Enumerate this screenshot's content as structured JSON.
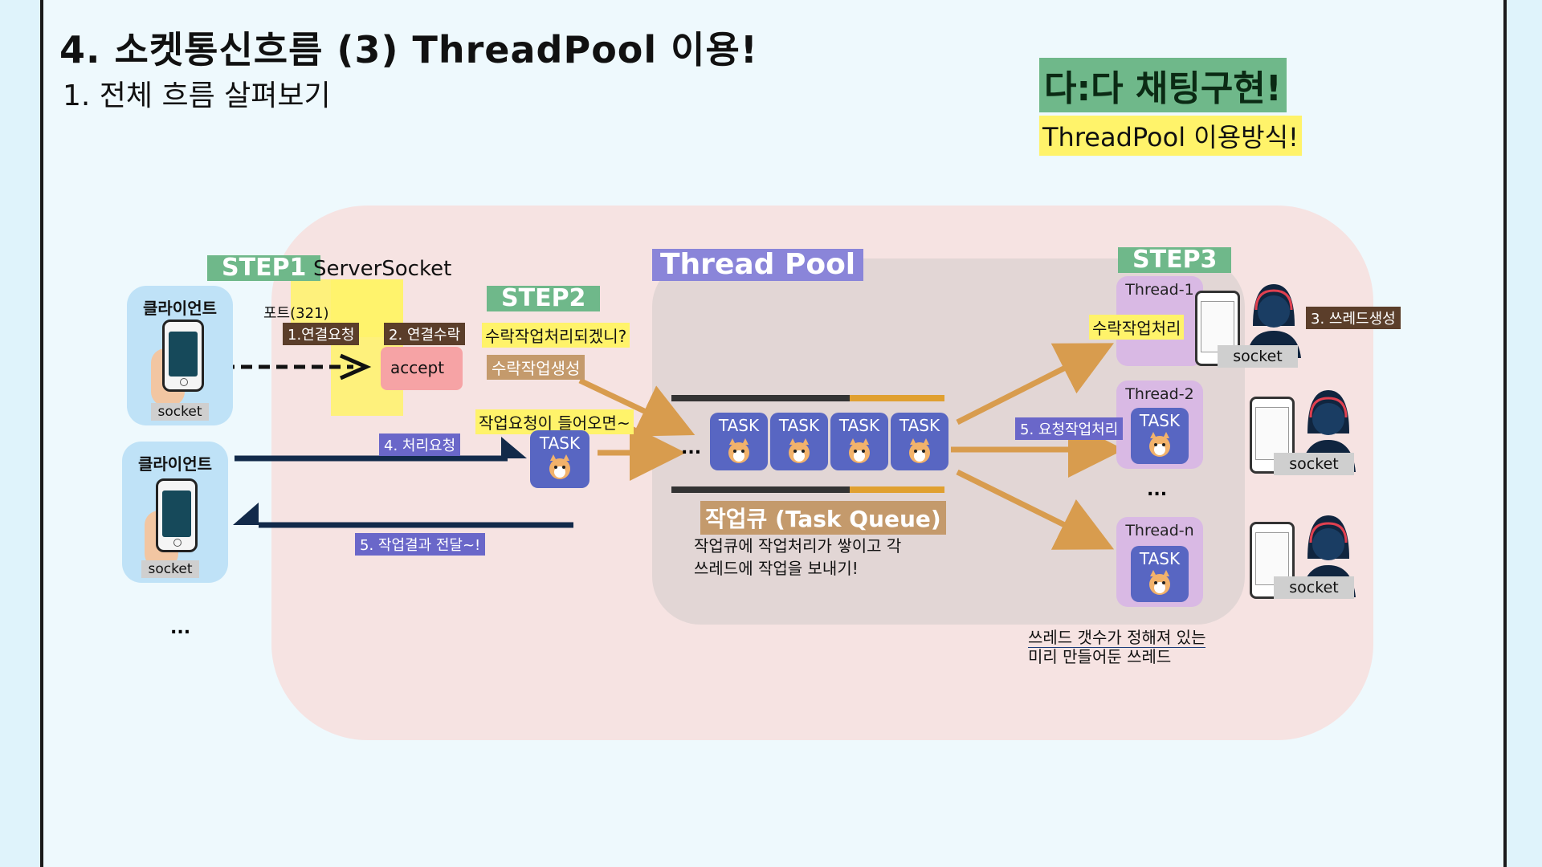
{
  "title": "4. 소켓통신흐름 (3) ThreadPool 이용!",
  "subtitle": "1. 전체 흐름 살펴보기",
  "highlight_main": "다:다 채팅구현!",
  "highlight_sub": "ThreadPool 이용방식!",
  "step1": {
    "badge": "STEP1",
    "label": "ServerSocket",
    "port": "포트(321)",
    "connect_request": "1.연결요청",
    "connect_accept": "2. 연결수락",
    "accept": "accept"
  },
  "step2": {
    "badge": "STEP2",
    "question": "수락작업처리되겠니?",
    "create_task": "수락작업생성",
    "task_incoming": "작업요청이 들어오면~"
  },
  "step3": {
    "badge": "STEP3",
    "accept_process": "수락작업처리",
    "thread_create": "3. 쓰레드생성",
    "request_process": "5. 요청작업처리"
  },
  "thread_pool": {
    "label": "Thread Pool",
    "queue_label": "작업큐 (Task Queue)",
    "queue_note_line1": "작업큐에 작업처리가 쌓이고 각",
    "queue_note_line2": "쓰레드에 작업을 보내기!",
    "queue_ellipsis": "...",
    "tasks": [
      "TASK",
      "TASK",
      "TASK",
      "TASK"
    ]
  },
  "incoming_task": "TASK",
  "threads": [
    {
      "name": "Thread-1",
      "task": ""
    },
    {
      "name": "Thread-2",
      "task": "TASK"
    },
    {
      "name": "Thread-n",
      "task": "TASK"
    }
  ],
  "threads_ellipsis": "...",
  "thread_note_line1": "쓰레드 갯수가 정해져 있는",
  "thread_note_line2": "미리 만들어둔 쓰레드",
  "clients": [
    {
      "title": "클라이언트",
      "socket": "socket"
    },
    {
      "title": "클라이언트",
      "socket": "socket"
    }
  ],
  "clients_ellipsis": "...",
  "process_request": "4. 처리요청",
  "deliver_result": "5. 작업결과 전달~!",
  "server_sockets": [
    "socket",
    "socket",
    "socket"
  ],
  "colors": {
    "green": "#6fb88a",
    "yellow": "#fff36a",
    "purple": "#8a85d9",
    "arrow_orange": "#d89c4e",
    "navy": "#122a4a",
    "thread_box": "#d9b9e4"
  },
  "icons": {
    "phone": "phone-icon",
    "dog": "shiba-dog-icon",
    "agent": "headset-agent-icon"
  }
}
